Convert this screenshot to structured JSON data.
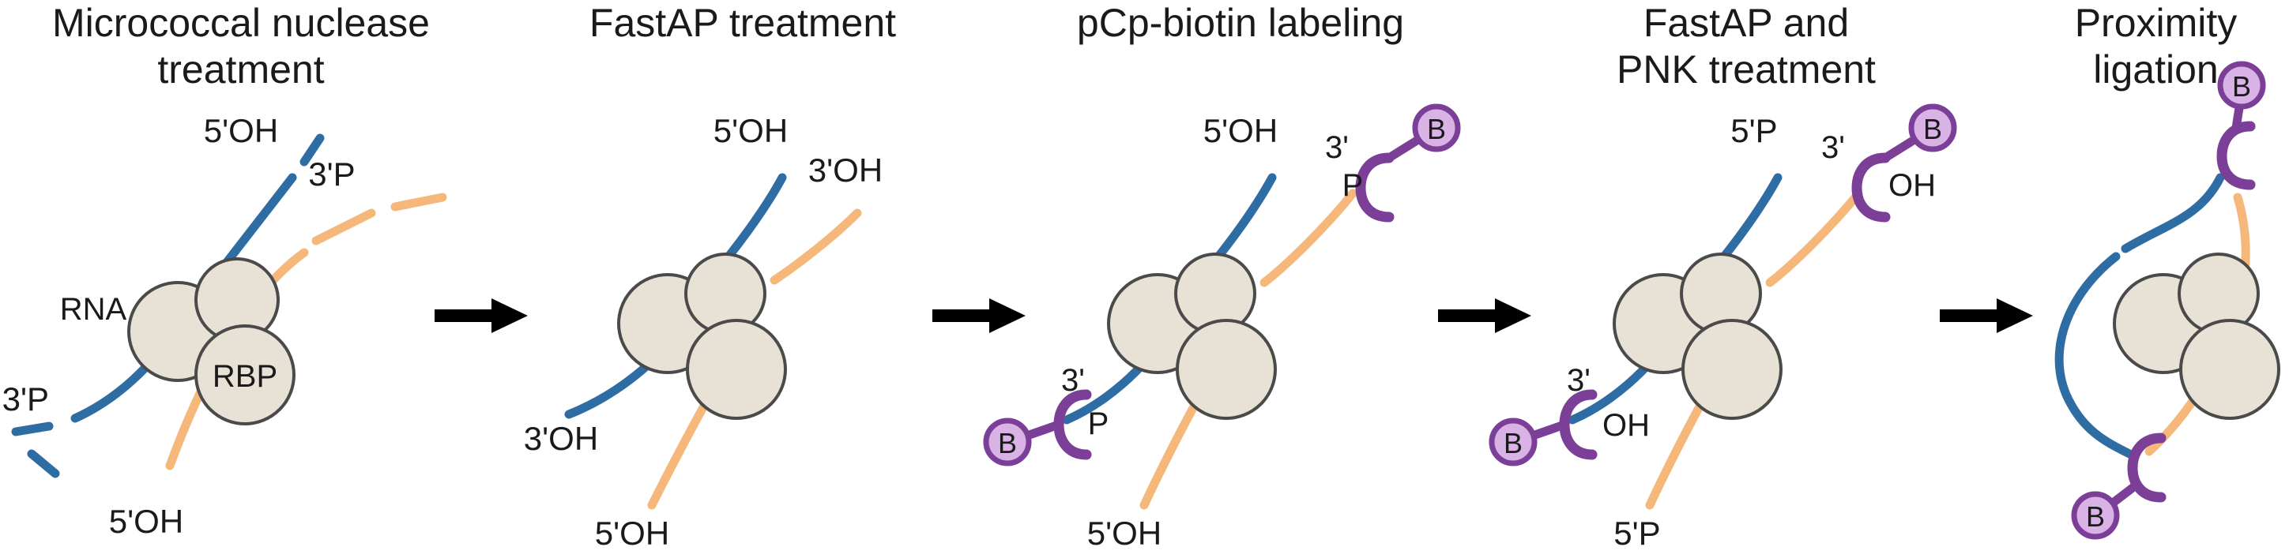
{
  "figure": {
    "type": "process-flow-diagram",
    "background": "#ffffff",
    "colors": {
      "rna_blue": "#2e6da4",
      "rna_orange": "#f5b87a",
      "protein_fill": "#e8e2d6",
      "protein_stroke": "#4a4a4a",
      "biotin_purple": "#7b3f98",
      "biotin_fill": "#d9b3e6",
      "text": "#1a1a1a",
      "arrow": "#000000"
    }
  },
  "steps": [
    {
      "id": "step-1",
      "title": "Micrococcal nuclease\ntreatment",
      "labels": [
        {
          "id": "l1",
          "text": "5'OH"
        },
        {
          "id": "l2",
          "text": "3'P"
        },
        {
          "id": "l3",
          "text": "RNA"
        },
        {
          "id": "l4",
          "text": "RBP"
        },
        {
          "id": "l5",
          "text": "3'P"
        },
        {
          "id": "l6",
          "text": "5'OH"
        }
      ]
    },
    {
      "id": "step-2",
      "title": "FastAP treatment",
      "labels": [
        {
          "id": "l1",
          "text": "5'OH"
        },
        {
          "id": "l2",
          "text": "3'OH"
        },
        {
          "id": "l3",
          "text": "3'OH"
        },
        {
          "id": "l4",
          "text": "5'OH"
        }
      ]
    },
    {
      "id": "step-3",
      "title": "pCp-biotin labeling",
      "labels": [
        {
          "id": "l1",
          "text": "5'OH"
        },
        {
          "id": "l2",
          "text": "3'"
        },
        {
          "id": "l3",
          "text": "P"
        },
        {
          "id": "l4",
          "text": "B"
        },
        {
          "id": "l5",
          "text": "3'"
        },
        {
          "id": "l6",
          "text": "P"
        },
        {
          "id": "l7",
          "text": "B"
        },
        {
          "id": "l8",
          "text": "5'OH"
        }
      ]
    },
    {
      "id": "step-4",
      "title": "FastAP and\nPNK treatment",
      "labels": [
        {
          "id": "l1",
          "text": "5'P"
        },
        {
          "id": "l2",
          "text": "3'"
        },
        {
          "id": "l3",
          "text": "OH"
        },
        {
          "id": "l4",
          "text": "B"
        },
        {
          "id": "l5",
          "text": "3'"
        },
        {
          "id": "l6",
          "text": "OH"
        },
        {
          "id": "l7",
          "text": "B"
        },
        {
          "id": "l8",
          "text": "5'P"
        }
      ]
    },
    {
      "id": "step-5",
      "title": "Proximity ligation",
      "labels": [
        {
          "id": "l1",
          "text": "B"
        },
        {
          "id": "l2",
          "text": "B"
        }
      ]
    }
  ],
  "arrows": [
    {
      "id": "arrow-1"
    },
    {
      "id": "arrow-2"
    },
    {
      "id": "arrow-3"
    },
    {
      "id": "arrow-4"
    }
  ]
}
